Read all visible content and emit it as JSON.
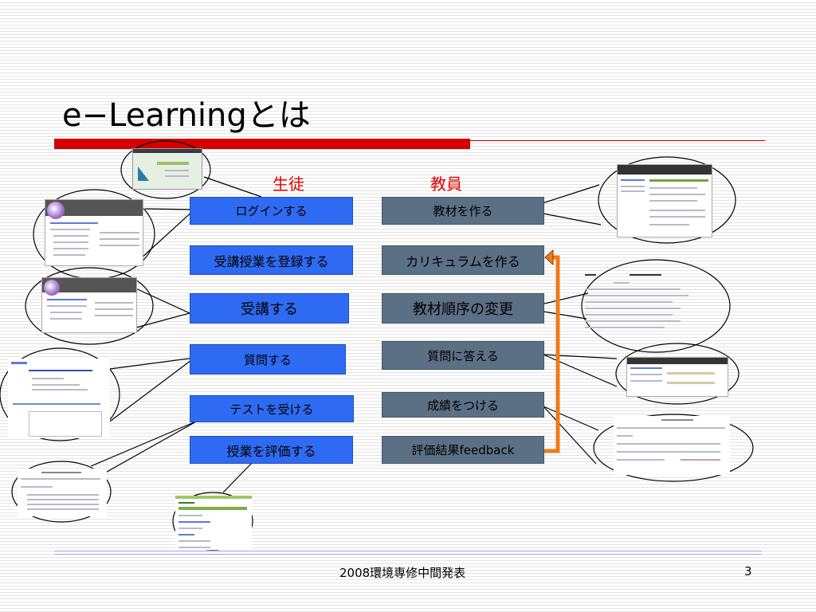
{
  "slide": {
    "title": "e−Learningとは",
    "footer": "2008環境専修中間発表",
    "page_number": "3"
  },
  "columns": {
    "student": "生徒",
    "teacher": "教員"
  },
  "student_items": [
    "ログインする",
    "受講授業を登録する",
    "受講する",
    "質問する",
    "テストを受ける",
    "授業を評価する"
  ],
  "teacher_items": [
    "教材を作る",
    "カリキュラムを作る",
    "教材順序の変更",
    "質問に答える",
    "成績をつける",
    "評価結果feedback"
  ],
  "colors": {
    "title_rule": "#d40000",
    "column_heading": "#e00000",
    "student_box": "#2f6bf2",
    "teacher_box": "#5b6f85",
    "feedback_arrow": "#f07a1a",
    "footer_rule": "#9aa7d6"
  },
  "icons": [
    "feedback-arrow-icon"
  ]
}
